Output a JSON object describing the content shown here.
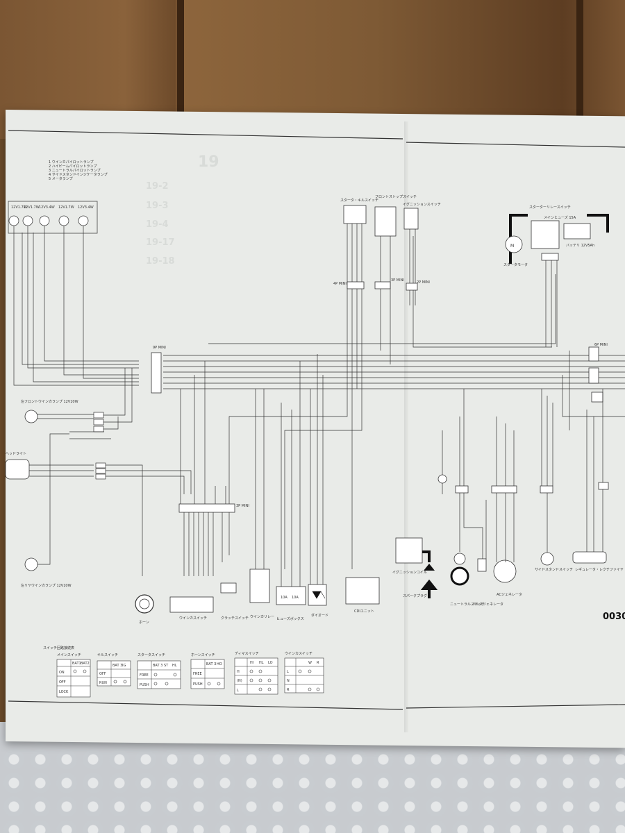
{
  "photo": {
    "background": "wood-shelf",
    "foreground": "bubble-wrap"
  },
  "page": {
    "code": "0030",
    "ghost_index": [
      "19",
      "19-2",
      "19-3",
      "19-4",
      "19-17",
      "19-18"
    ],
    "legend_lines": [
      "1 ウインカパイロットランプ",
      "2 ハイビームパイロットランプ",
      "3 ニュートラルパイロットランプ",
      "4 サイドスタンドインジケータランプ",
      "5 メータランプ"
    ],
    "lamp_ratings": [
      "12V1.7W",
      "12V1.7W",
      "12V3.4W",
      "12V1.7W",
      "12V3.4W"
    ]
  },
  "components": {
    "starter_motor_switch": "スタータ・キルスイッチ",
    "front_stop_switch": "フロントストップスイッチ",
    "ignition_switch": "イグニッションスイッチ",
    "starter_relay_switch": "スターターリレースイッチ",
    "main_fuse": "メインヒューズ 15A",
    "battery": "バッテリ 12V5Ah",
    "starter_motor": "スタータモータ",
    "motor_symbol": "M",
    "front_winker_lamp": "左フロントウインカランプ 12V10W",
    "headlight": "ヘッドライト",
    "rear_winker_lamp": "左リヤウインカランプ 12V10W",
    "horn": "ホーン",
    "winker_switch": "ウインカスイッチ",
    "clutch_switch": "クラッチスイッチ",
    "winker_relay": "ウインカリレー",
    "fuse_box": "ヒューズボックス",
    "fuse_values": [
      "10A",
      "10A"
    ],
    "diode": "ダイオード",
    "cdi_unit": "CDIユニット",
    "ignition_coil": "イグニッションコイル",
    "spark_plug": "スパークプラグ",
    "neutral_switch": "ニュートラルスイッチ",
    "pulse_generator": "パルスジェネレータ",
    "ac_generator": "ACジェネレータ",
    "side_stand_switch": "サイドスタンドスイッチ",
    "regulator": "レギュレータ・レクチファイヤ",
    "connector_labels": [
      "9P MINI",
      "4P MINI",
      "3P MINI",
      "2P MINI",
      "6P MINI",
      "3P MINI"
    ]
  },
  "switch_tables": {
    "heading": "スイッチ回路接続表",
    "main": {
      "title": "メインスイッチ",
      "cols": [
        "BAT1",
        "BAT2"
      ],
      "rows": [
        "ON",
        "OFF",
        "LOCK"
      ]
    },
    "kill": {
      "title": "キルスイッチ",
      "cols": [
        "BAT 3",
        "IG"
      ],
      "rows": [
        "OFF",
        "RUN"
      ]
    },
    "starter": {
      "title": "スタータスイッチ",
      "cols": [
        "BAT 3",
        "ST",
        "HL"
      ],
      "rows": [
        "FREE",
        "PUSH"
      ]
    },
    "horn": {
      "title": "ホーンスイッチ",
      "cols": [
        "BAT 3",
        "HO"
      ],
      "rows": [
        "FREE",
        "PUSH"
      ]
    },
    "dimmer": {
      "title": "ディマスイッチ",
      "cols": [
        "HI",
        "HL",
        "LO"
      ],
      "rows": [
        "H",
        "(N)",
        "L"
      ]
    },
    "winker": {
      "title": "ウインカスイッチ",
      "cols": [
        "",
        "W",
        "R"
      ],
      "rows": [
        "L",
        "N",
        "R"
      ]
    }
  }
}
